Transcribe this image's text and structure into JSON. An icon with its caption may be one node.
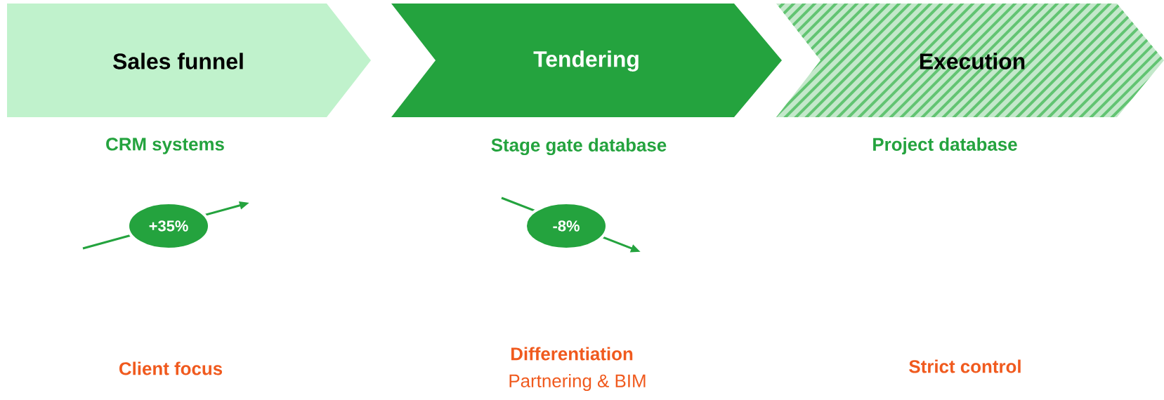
{
  "diagram": {
    "nodes": [
      {
        "text": [
          "Sales funnel"
        ]
      },
      {
        "text": [
          "Tendering"
        ]
      },
      {
        "text": [
          "Execution"
        ]
      },
      {
        "text": [
          "+35%"
        ]
      },
      {
        "text": [
          "-8%"
        ]
      }
    ],
    "labels": [
      "CRM systems",
      "Stage gate database",
      "Project database",
      "Client focus",
      "Differentiation",
      "Partnering & BIM",
      "Strict control"
    ]
  }
}
